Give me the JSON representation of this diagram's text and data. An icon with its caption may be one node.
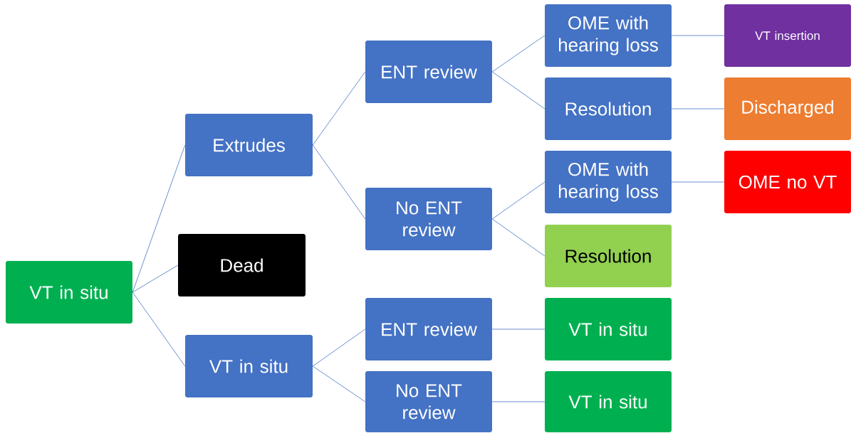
{
  "diagram": {
    "nodes": [
      {
        "text": [
          "VT in situ"
        ]
      },
      {
        "text": [
          "Extrudes"
        ]
      },
      {
        "text": [
          "Dead"
        ]
      },
      {
        "text": [
          "VT  in situ"
        ]
      },
      {
        "text": [
          "ENT review"
        ]
      },
      {
        "text": [
          "No ENT review"
        ]
      },
      {
        "text": [
          "ENT review"
        ]
      },
      {
        "text": [
          "No ENT review"
        ]
      },
      {
        "text": [
          "OME with hearing loss"
        ]
      },
      {
        "text": [
          "Resolution"
        ]
      },
      {
        "text": [
          "OME with hearing loss"
        ]
      },
      {
        "text": [
          "Resolution"
        ]
      },
      {
        "text": [
          "VT in situ"
        ]
      },
      {
        "text": [
          "VT in situ"
        ]
      },
      {
        "text": [
          "VT insertion"
        ]
      },
      {
        "text": [
          "Discharged"
        ]
      },
      {
        "text": [
          "OME no VT"
        ]
      }
    ],
    "edges": [
      {
        "from": 0,
        "to": 1,
        "arrow": "none"
      },
      {
        "from": 0,
        "to": 2,
        "arrow": "none"
      },
      {
        "from": 0,
        "to": 3,
        "arrow": "none"
      },
      {
        "from": 1,
        "to": 4,
        "arrow": "none"
      },
      {
        "from": 1,
        "to": 5,
        "arrow": "none"
      },
      {
        "from": 3,
        "to": 6,
        "arrow": "none"
      },
      {
        "from": 3,
        "to": 7,
        "arrow": "none"
      },
      {
        "from": 4,
        "to": 8,
        "arrow": "none"
      },
      {
        "from": 4,
        "to": 9,
        "arrow": "none"
      },
      {
        "from": 5,
        "to": 10,
        "arrow": "none"
      },
      {
        "from": 5,
        "to": 11,
        "arrow": "none"
      },
      {
        "from": 6,
        "to": 12,
        "arrow": "none"
      },
      {
        "from": 7,
        "to": 13,
        "arrow": "none"
      },
      {
        "from": 8,
        "to": 14,
        "arrow": "none"
      },
      {
        "from": 9,
        "to": 15,
        "arrow": "none"
      },
      {
        "from": 10,
        "to": 16,
        "arrow": "none"
      }
    ]
  }
}
